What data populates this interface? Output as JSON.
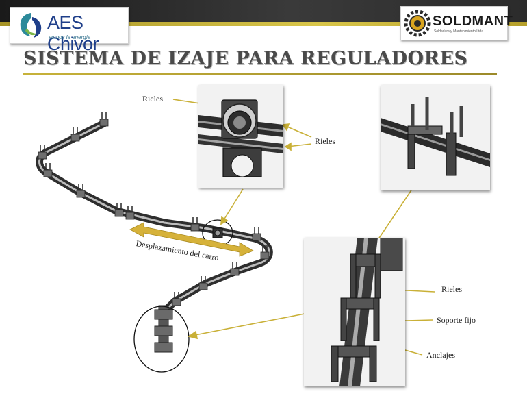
{
  "header": {
    "left_logo": {
      "brand": "AES Chivor",
      "tagline": "somos la energía"
    },
    "right_logo": {
      "brand": "SOLDMANT",
      "subtitle": "Soldadura y Mantenimiento Ltda."
    },
    "title": "SISTEMA DE IZAJE PARA REGULADORES"
  },
  "labels": {
    "rieles_top_left": "Rieles",
    "rieles_top_right": "Rieles",
    "displacement": "Desplazamiento del carro",
    "rieles_detail": "Rieles",
    "soporte_fijo": "Soporte fijo",
    "anclajes": "Anclajes"
  },
  "colors": {
    "accent_gold": "#c9b037",
    "brand_blue": "#1f3f8a",
    "brand_teal": "#2c8a9a",
    "brand_green": "#7ab648",
    "title_gray": "#4a4a4a"
  }
}
